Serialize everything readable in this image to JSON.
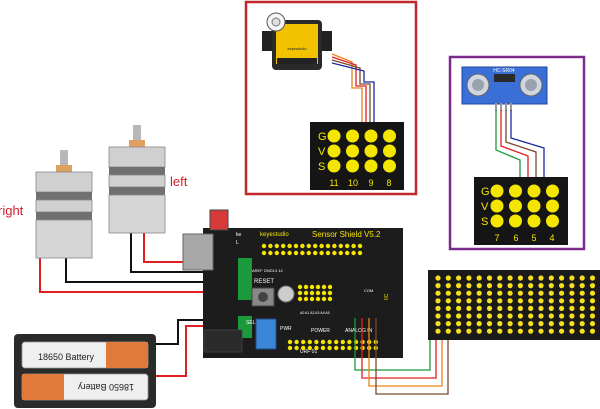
{
  "labels": {
    "right_motor": "right",
    "left_motor": "left"
  },
  "servo": {
    "brand": "keyestudio",
    "pin_header": {
      "row_labels": [
        "G",
        "V",
        "S"
      ],
      "pin_numbers": [
        "11",
        "10",
        "9",
        "8"
      ]
    }
  },
  "ultrasonic": {
    "model": "HC-SR04",
    "pin_header": {
      "row_labels": [
        "G",
        "V",
        "S"
      ],
      "pin_numbers": [
        "7",
        "6",
        "5",
        "4"
      ]
    }
  },
  "battery_pack": {
    "cells": [
      "18650 Battery",
      "18650 Battery"
    ]
  },
  "shield": {
    "brand": "keyestudio",
    "title": "Sensor Shield V5.2",
    "reset_label": "RESET",
    "header_label": "AREF GND13 12",
    "sel_label": "SEL",
    "pwr_label": "PWR",
    "power_label": "POWER",
    "analog_label": "ANALOG IN",
    "analog_pins": "A0 A1 A2 A3 A4 A5",
    "com_label": "COM",
    "iic_label": "IIC",
    "uart_label": "URF 01",
    "l_label": "L",
    "ke_label": "ke"
  },
  "colors": {
    "servo_box": "#c0282d",
    "ultrasonic_box": "#7b2a8c",
    "wire_red": "#e02020",
    "wire_black": "#111111",
    "wire_orange": "#e8821c",
    "wire_green": "#1a9a3a",
    "board_black": "#1a1a1a",
    "pin_yellow": "#f5e600",
    "matrix_yellow": "#f7df1e",
    "ultrasonic_blue": "#3a6fd8"
  }
}
